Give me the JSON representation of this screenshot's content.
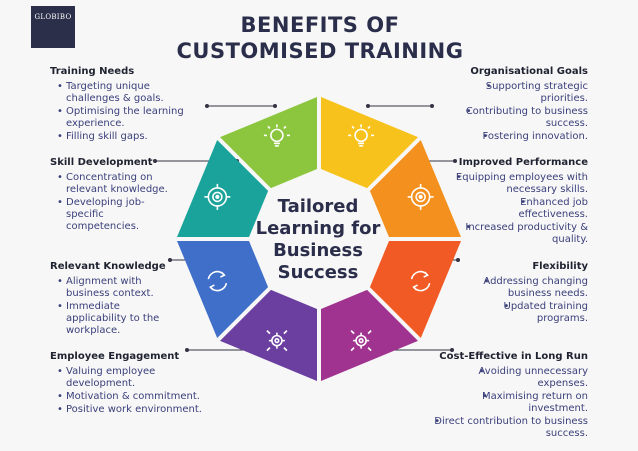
{
  "logo": {
    "text": "GLOBIBO"
  },
  "title": {
    "line1": "BENEFITS OF",
    "line2": "CUSTOMISED TRAINING"
  },
  "center": {
    "line1": "Tailored",
    "line2": "Learning for",
    "line3": "Business",
    "line4": "Success"
  },
  "left_blocks": [
    {
      "heading": "Training Needs",
      "items": [
        "Targeting unique challenges & goals.",
        "Optimising the learning experience.",
        "Filling skill gaps."
      ]
    },
    {
      "heading": "Skill Development",
      "items": [
        "Concentrating on relevant knowledge.",
        "Developing job-specific competencies."
      ]
    },
    {
      "heading": "Relevant  Knowledge",
      "items": [
        "Alignment with business context.",
        "Immediate applicability to the workplace."
      ]
    },
    {
      "heading": "Employee Engagement",
      "items": [
        "Valuing employee development.",
        "Motivation & commitment.",
        "Positive work environment."
      ]
    }
  ],
  "right_blocks": [
    {
      "heading": "Organisational Goals",
      "items": [
        "Supporting strategic priorities.",
        "Contributing to business success.",
        "Fostering innovation."
      ]
    },
    {
      "heading": "Improved Performance",
      "items": [
        "Equipping employees with necessary skills.",
        "Enhanced job effectiveness.",
        "Increased productivity & quality."
      ]
    },
    {
      "heading": "Flexibility",
      "items": [
        "Addressing changing business needs.",
        "Updated training programs."
      ]
    },
    {
      "heading": "Cost-Effective in Long Run",
      "items": [
        "Avoiding unnecessary expenses.",
        "Maximising return on investment.",
        "Direct contribution to business success."
      ]
    }
  ],
  "wheel": {
    "segments": [
      {
        "name": "training-needs",
        "color": "#8cc63f",
        "icon": "lightbulb-icon"
      },
      {
        "name": "organisational-goals",
        "color": "#f7c21b",
        "icon": "lightbulb-icon"
      },
      {
        "name": "improved-performance",
        "color": "#f4901e",
        "icon": "target-icon"
      },
      {
        "name": "flexibility",
        "color": "#f15a24",
        "icon": "refresh-icon"
      },
      {
        "name": "cost-effective",
        "color": "#a0338f",
        "icon": "gear-icon"
      },
      {
        "name": "employee-engagement",
        "color": "#6a3fa0",
        "icon": "gear-icon"
      },
      {
        "name": "relevant-knowledge",
        "color": "#3f6fc9",
        "icon": "refresh-icon"
      },
      {
        "name": "skill-development",
        "color": "#1aa39a",
        "icon": "target-icon"
      }
    ]
  }
}
